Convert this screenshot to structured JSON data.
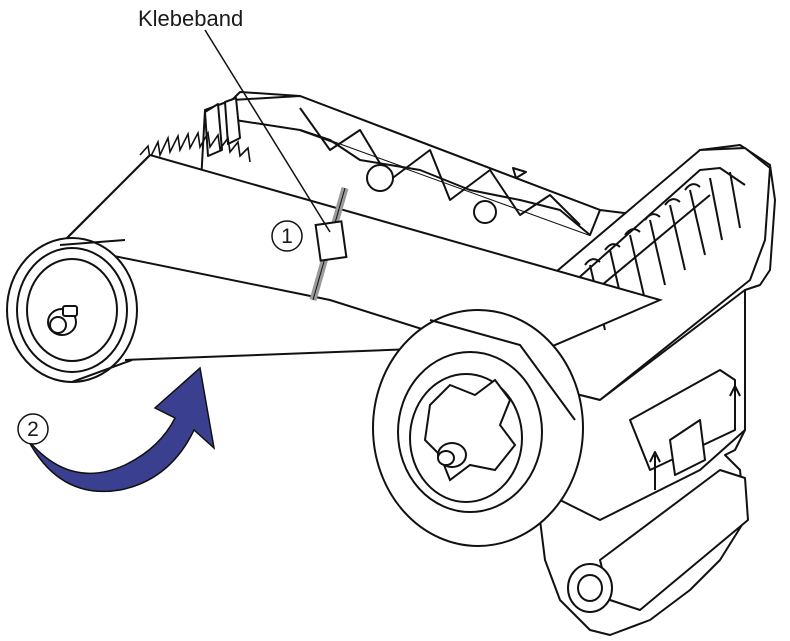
{
  "labels": {
    "tape": "Klebeband"
  },
  "callouts": [
    {
      "number": "1"
    },
    {
      "number": "2"
    }
  ],
  "colors": {
    "arrow": "#3b3f8f",
    "line": "#111111",
    "splice": "#9a9a9a"
  }
}
